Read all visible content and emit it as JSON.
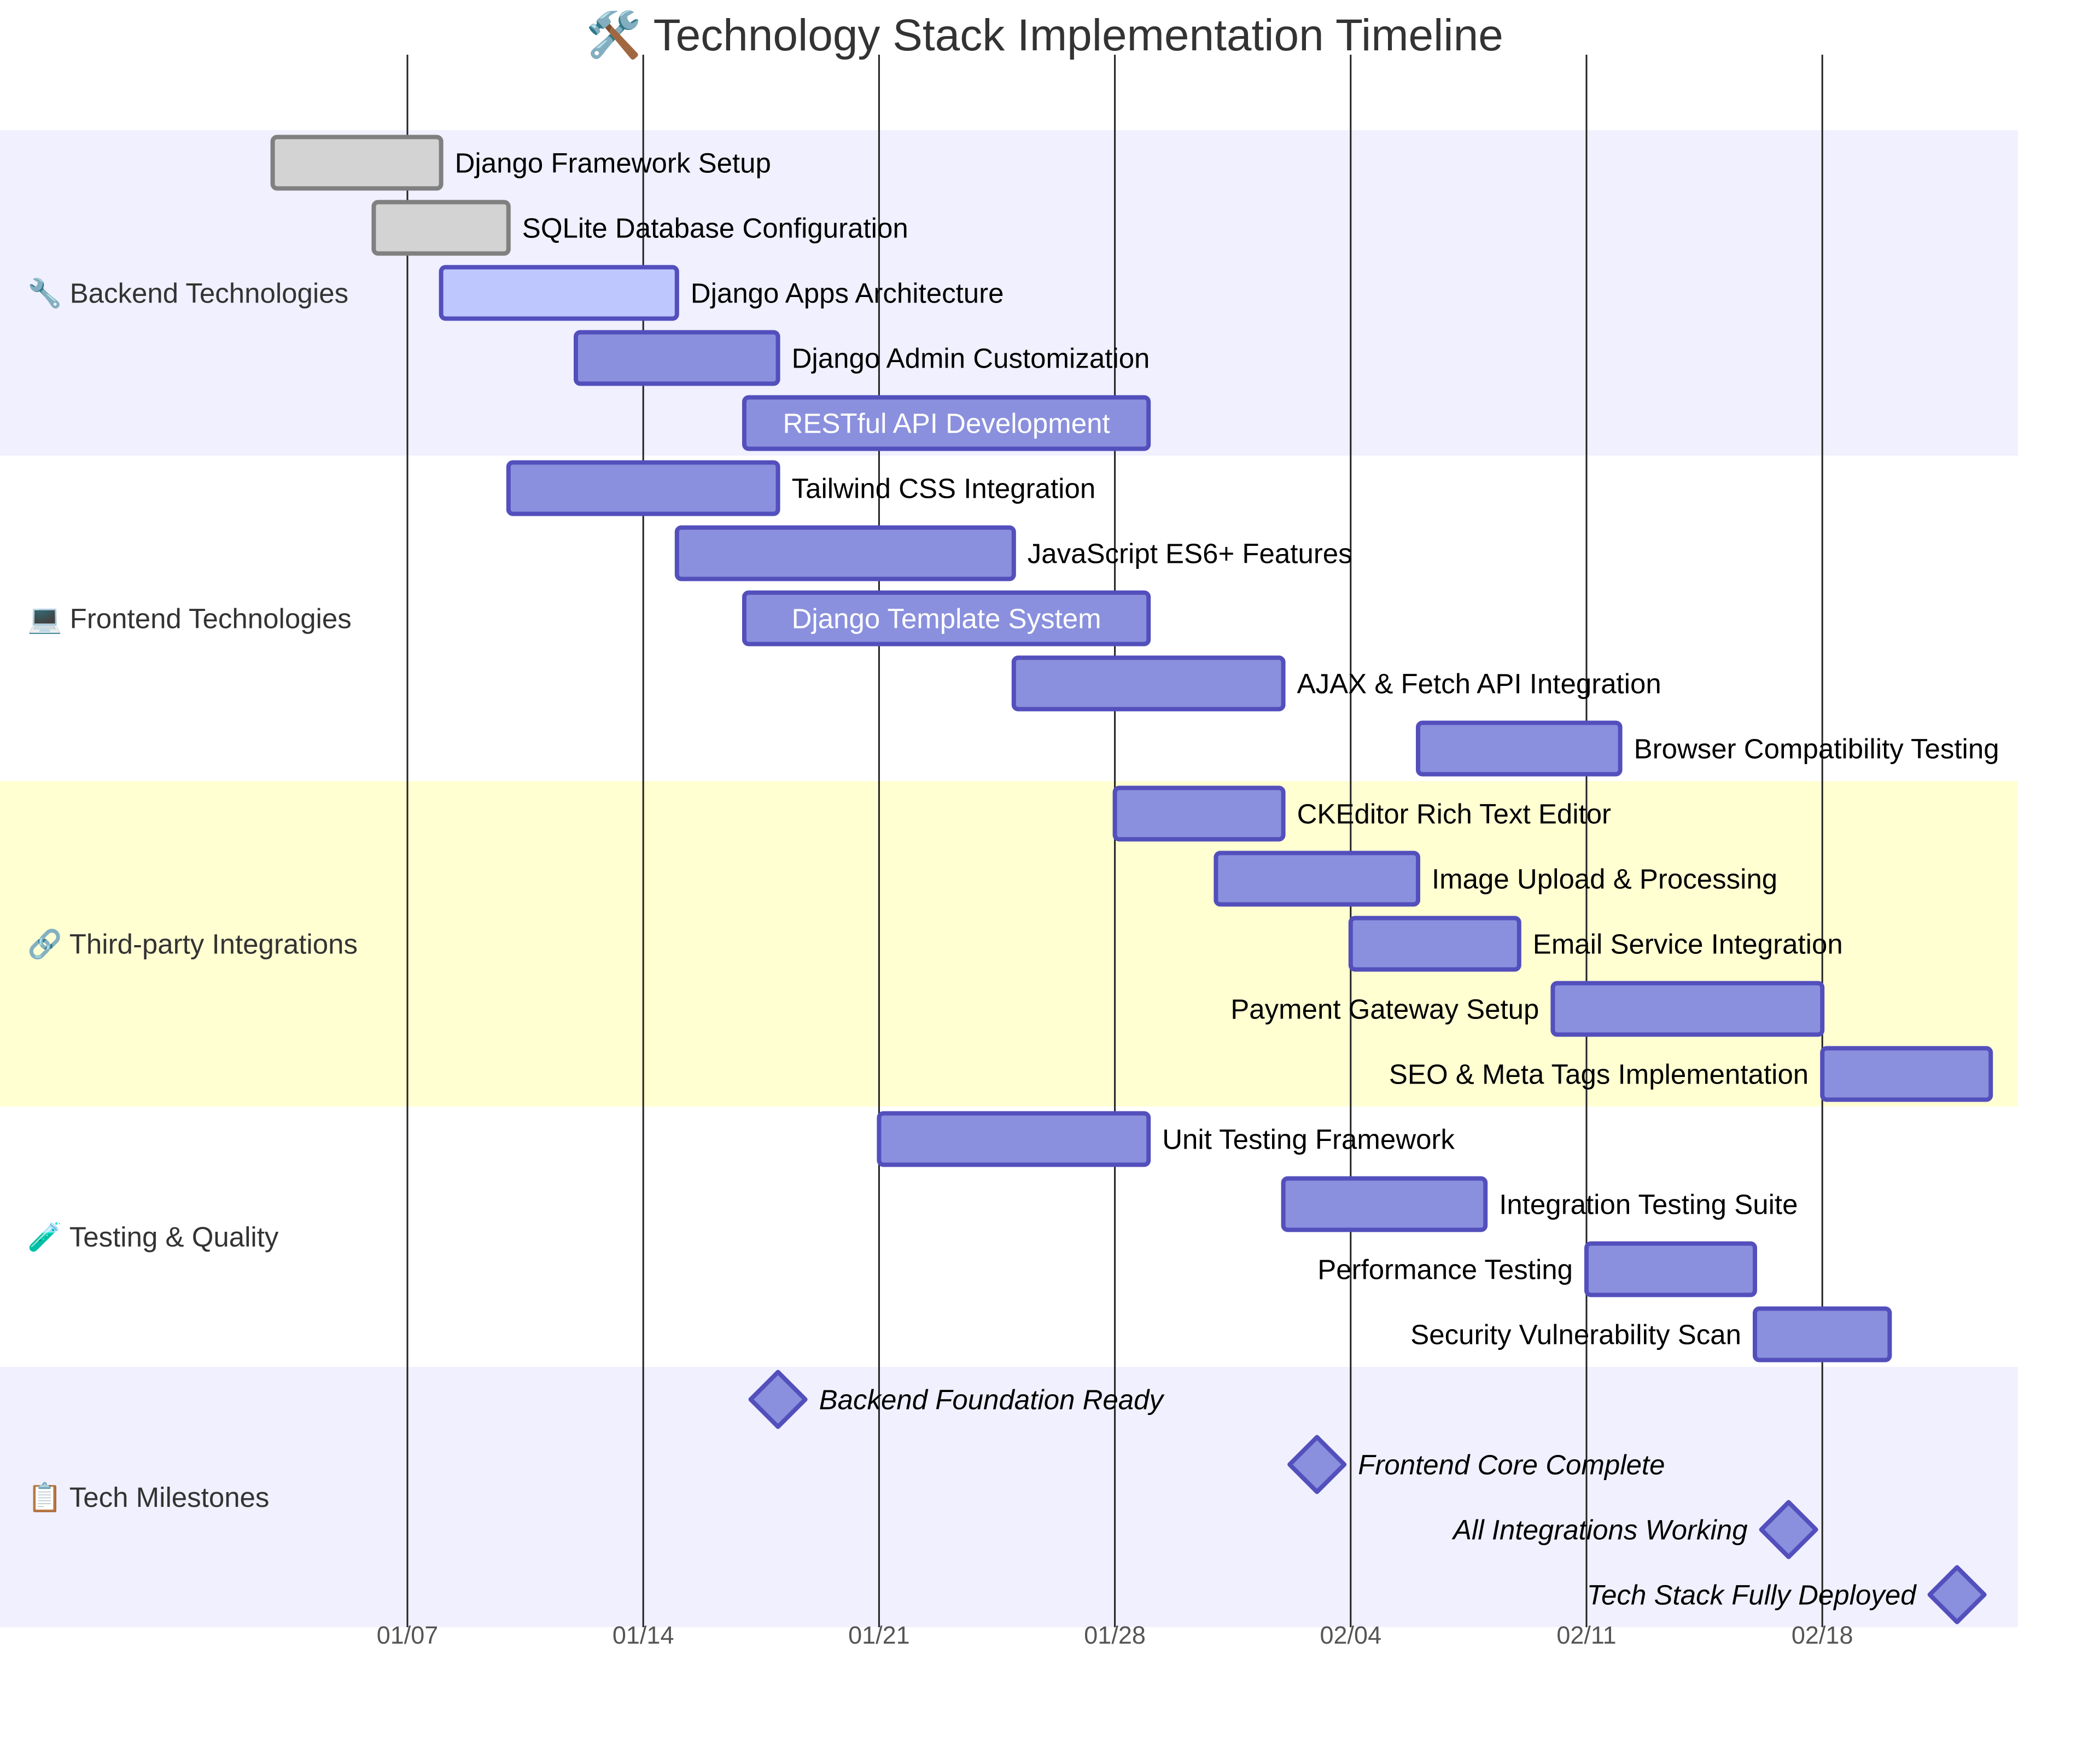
{
  "chart_data": {
    "type": "gantt",
    "title": "🛠️ Technology Stack Implementation Timeline",
    "x_axis": {
      "tick_labels": [
        "01/07",
        "01/14",
        "01/21",
        "01/28",
        "02/04",
        "02/11",
        "02/18"
      ],
      "tick_dates": [
        "2024-01-07",
        "2024-01-14",
        "2024-01-21",
        "2024-01-28",
        "2024-02-04",
        "2024-02-11",
        "2024-02-18"
      ],
      "range": [
        "2023-12-27",
        "2024-02-24"
      ]
    },
    "grid": true,
    "colors": {
      "task_fill": "#8a90dd",
      "task_stroke": "#534fbc",
      "active_fill": "#bfc7ff",
      "done_fill": "#d3d3d3",
      "done_stroke": "#808080",
      "section_odd": "#f0f0ff",
      "section_highlight": "#ffffd2",
      "section_even": "#ffffff"
    },
    "sections": [
      {
        "name": "🔧 Backend Technologies",
        "tasks": [
          {
            "label": "Django Framework Setup",
            "start": "2024-01-03",
            "end": "2024-01-08",
            "status": "done"
          },
          {
            "label": "SQLite Database Configuration",
            "start": "2024-01-06",
            "end": "2024-01-10",
            "status": "done"
          },
          {
            "label": "Django Apps Architecture",
            "start": "2024-01-08",
            "end": "2024-01-15",
            "status": "active"
          },
          {
            "label": "Django Admin Customization",
            "start": "2024-01-12",
            "end": "2024-01-18",
            "status": "planned"
          },
          {
            "label": "RESTful API Development",
            "start": "2024-01-17",
            "end": "2024-01-29",
            "status": "planned"
          }
        ]
      },
      {
        "name": "💻 Frontend Technologies",
        "tasks": [
          {
            "label": "Tailwind CSS Integration",
            "start": "2024-01-10",
            "end": "2024-01-18",
            "status": "planned"
          },
          {
            "label": "JavaScript ES6+ Features",
            "start": "2024-01-15",
            "end": "2024-01-25",
            "status": "planned"
          },
          {
            "label": "Django Template System",
            "start": "2024-01-17",
            "end": "2024-01-29",
            "status": "planned"
          },
          {
            "label": "AJAX & Fetch API Integration",
            "start": "2024-01-25",
            "end": "2024-02-02",
            "status": "planned"
          },
          {
            "label": "Browser Compatibility Testing",
            "start": "2024-02-06",
            "end": "2024-02-12",
            "status": "planned"
          }
        ]
      },
      {
        "name": "🔗 Third-party Integrations",
        "tasks": [
          {
            "label": "CKEditor Rich Text Editor",
            "start": "2024-01-28",
            "end": "2024-02-02",
            "status": "planned"
          },
          {
            "label": "Image Upload & Processing",
            "start": "2024-01-31",
            "end": "2024-02-06",
            "status": "planned"
          },
          {
            "label": "Email Service Integration",
            "start": "2024-02-04",
            "end": "2024-02-09",
            "status": "planned"
          },
          {
            "label": "Payment Gateway Setup",
            "start": "2024-02-10",
            "end": "2024-02-18",
            "status": "planned"
          },
          {
            "label": "SEO & Meta Tags Implementation",
            "start": "2024-02-18",
            "end": "2024-02-23",
            "status": "planned"
          }
        ]
      },
      {
        "name": "🧪 Testing & Quality",
        "tasks": [
          {
            "label": "Unit Testing Framework",
            "start": "2024-01-21",
            "end": "2024-01-29",
            "status": "planned"
          },
          {
            "label": "Integration Testing Suite",
            "start": "2024-02-02",
            "end": "2024-02-08",
            "status": "planned"
          },
          {
            "label": "Performance Testing",
            "start": "2024-02-11",
            "end": "2024-02-16",
            "status": "planned"
          },
          {
            "label": "Security Vulnerability Scan",
            "start": "2024-02-16",
            "end": "2024-02-20",
            "status": "planned"
          }
        ]
      },
      {
        "name": "📋 Tech Milestones",
        "milestones": [
          {
            "label": "Backend Foundation Ready",
            "date": "2024-01-18"
          },
          {
            "label": "Frontend Core Complete",
            "date": "2024-02-03"
          },
          {
            "label": "All Integrations Working",
            "date": "2024-02-17"
          },
          {
            "label": "Tech Stack Fully Deployed",
            "date": "2024-02-22"
          }
        ]
      }
    ]
  }
}
